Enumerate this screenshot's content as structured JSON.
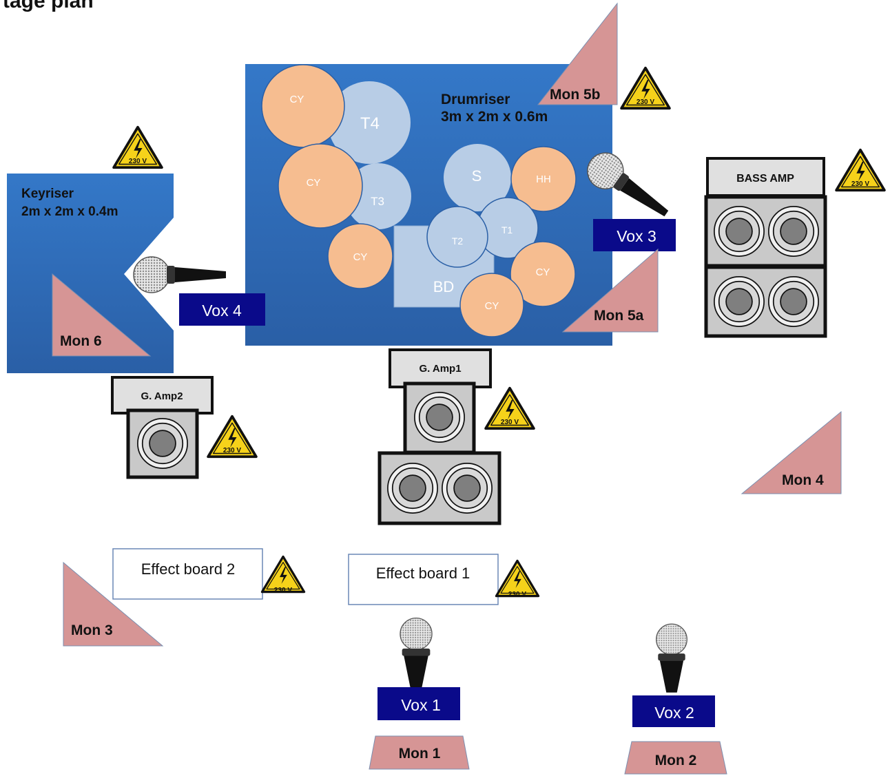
{
  "page_title": "tage plan",
  "risers": {
    "drum": {
      "title": "Drumriser",
      "dims": "3m x 2m x 0.6m"
    },
    "key": {
      "title": "Keyriser",
      "dims": "2m x 2m x 0.4m"
    }
  },
  "drums": {
    "cymbal": "CY",
    "hihat": "HH",
    "snare": "S",
    "tom1": "T1",
    "tom2": "T2",
    "tom3": "T3",
    "tom4": "T4",
    "bass_drum": "BD"
  },
  "amps": {
    "bass": "BASS AMP",
    "guitar1": "G. Amp1",
    "guitar2": "G. Amp2"
  },
  "vocals": {
    "vox1": "Vox 1",
    "vox2": "Vox 2",
    "vox3": "Vox 3",
    "vox4": "Vox 4"
  },
  "monitors": {
    "mon1": "Mon 1",
    "mon2": "Mon 2",
    "mon3": "Mon 3",
    "mon4": "Mon 4",
    "mon5a": "Mon 5a",
    "mon5b": "Mon 5b",
    "mon6": "Mon 6"
  },
  "effect_boards": {
    "board1": "Effect board 1",
    "board2": "Effect board 2"
  },
  "power": {
    "label": "230 V"
  },
  "icons": {
    "microphone": "microphone-icon",
    "power": "high-voltage-warning-icon",
    "speaker": "speaker-cone-icon"
  },
  "colors": {
    "riser_blue": "#2f6db8",
    "drum_light": "#b8cde6",
    "cymbal": "#f6bd90",
    "monitor": "#d69595",
    "vox_label": "#0a0a8a",
    "warning_yellow": "#f6d21a",
    "amp_top": "#e0e0e0",
    "cone": "#7f7f7f"
  }
}
